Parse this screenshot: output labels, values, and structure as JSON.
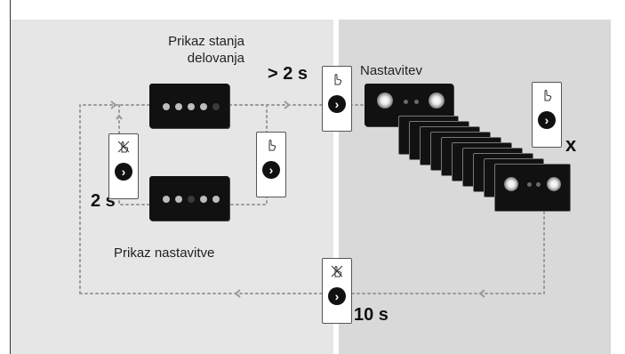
{
  "top_caption": "",
  "labels": {
    "status_display": "Prikaz stanja delovanja",
    "status_line1": "Prikaz stanja",
    "status_line2": "delovanja",
    "settings": "Nastavitev",
    "settings_display": "Prikaz nastavitve"
  },
  "timings": {
    "over_2s": "> 2 s",
    "two_s": "2 s",
    "ten_s": "10 s"
  },
  "multiplier": "x",
  "colors": {
    "left_panel": "#e6e6e6",
    "right_panel": "#d9d9d9",
    "device": "#111111",
    "arrow": "#9a9a9a"
  },
  "icons": {
    "press_hand": "hand-press-icon",
    "no_press_hand": "hand-crossed-icon",
    "next_button": "chevron-right-button-icon"
  }
}
